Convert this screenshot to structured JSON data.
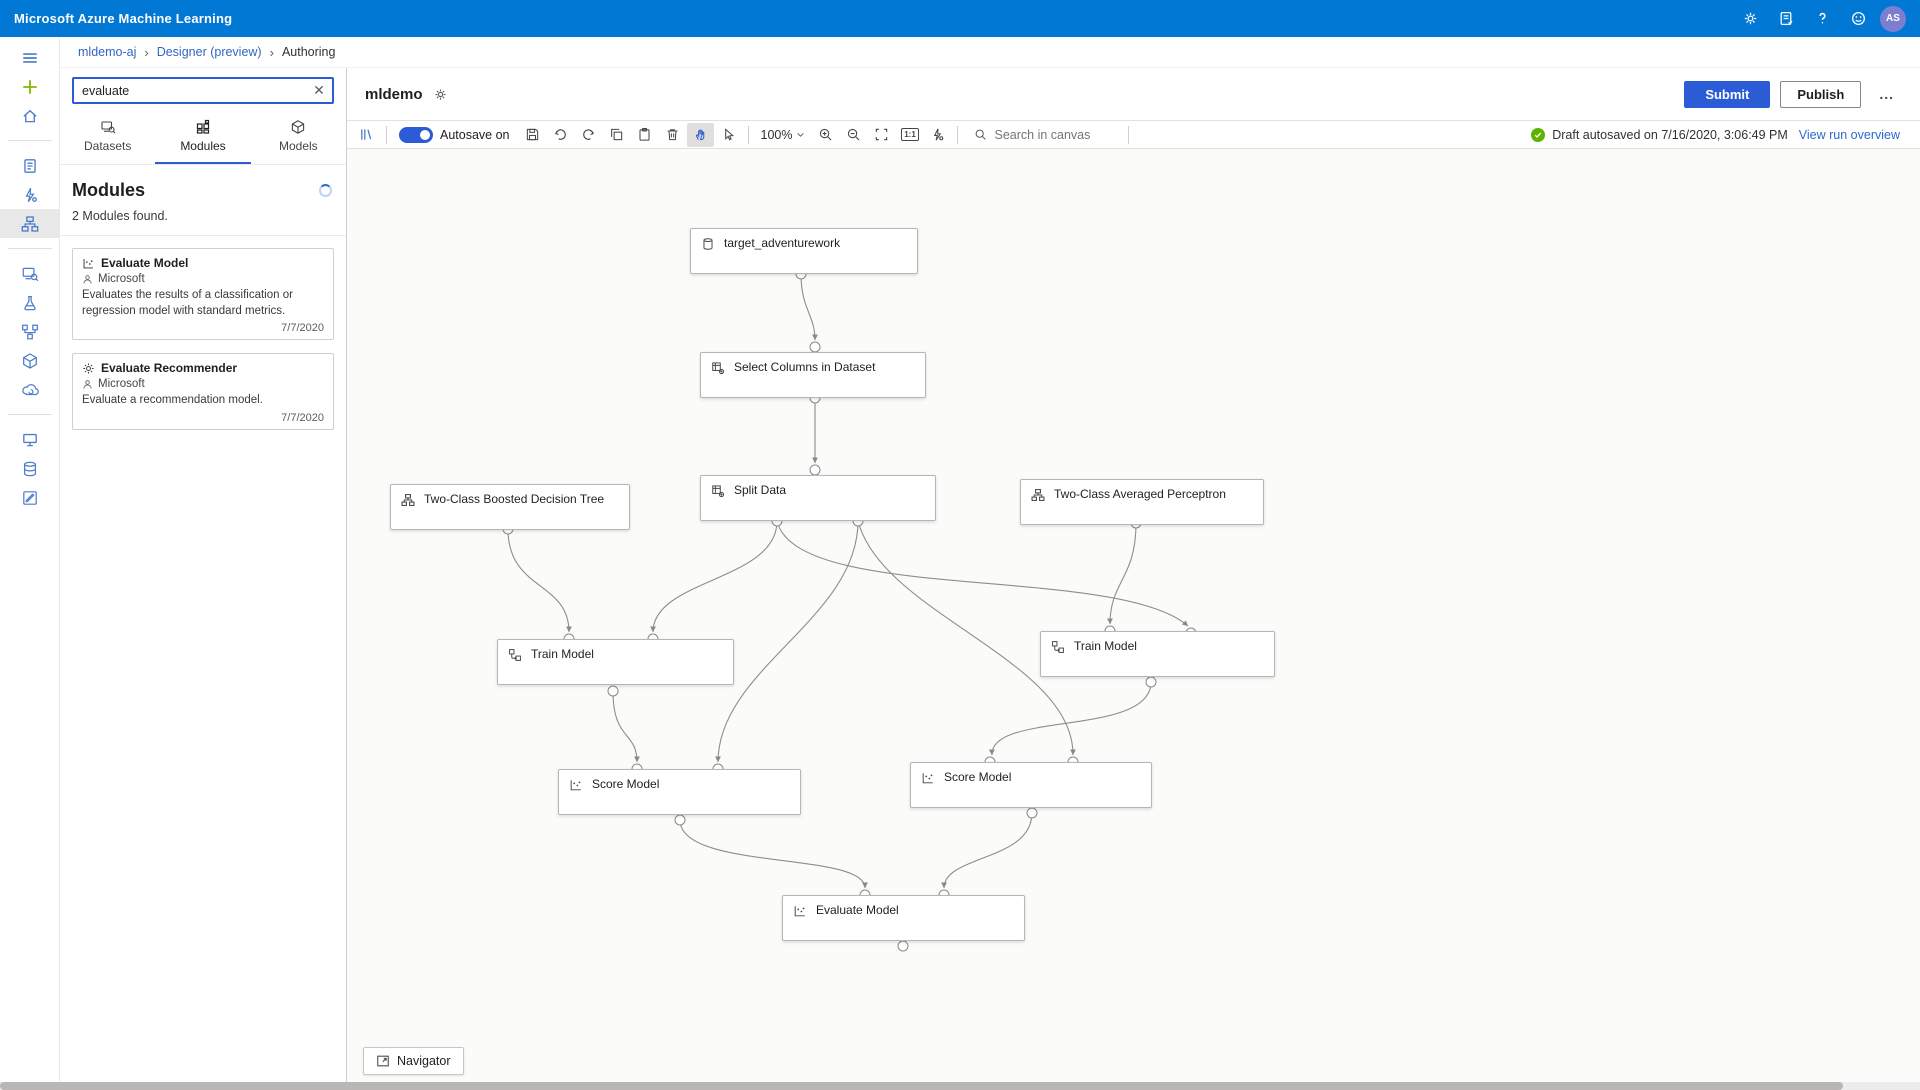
{
  "topbar": {
    "title": "Microsoft Azure Machine Learning",
    "avatar_initials": "AS"
  },
  "breadcrumb": {
    "workspace": "mldemo-aj",
    "designer": "Designer (preview)",
    "page": "Authoring"
  },
  "panel": {
    "search": {
      "value": "evaluate"
    },
    "tabs": {
      "datasets": "Datasets",
      "modules": "Modules",
      "models": "Models"
    },
    "heading": "Modules",
    "count_text": "2 Modules found.",
    "results": [
      {
        "title": "Evaluate Model",
        "author": "Microsoft",
        "description": "Evaluates the results of a classification or regression model with standard metrics.",
        "date": "7/7/2020"
      },
      {
        "title": "Evaluate Recommender",
        "author": "Microsoft",
        "description": "Evaluate a recommendation model.",
        "date": "7/7/2020"
      }
    ]
  },
  "header": {
    "pipeline_name": "mldemo",
    "submit_label": "Submit",
    "publish_label": "Publish",
    "more_label": "..."
  },
  "toolbar": {
    "autosave_label": "Autosave on",
    "zoom_level": "100%",
    "actual_size_label": "1:1",
    "canvas_search_placeholder": "Search in canvas",
    "status_text": "Draft autosaved on 7/16/2020, 3:06:49 PM",
    "run_overview_label": "View run overview"
  },
  "canvas": {
    "navigator_label": "Navigator",
    "nodes": [
      {
        "label": "target_adventurework"
      },
      {
        "label": "Select Columns in Dataset"
      },
      {
        "label": "Split Data"
      },
      {
        "label": "Two-Class Boosted Decision Tree"
      },
      {
        "label": "Two-Class Averaged Perceptron"
      },
      {
        "label": "Train Model"
      },
      {
        "label": "Train Model"
      },
      {
        "label": "Score Model"
      },
      {
        "label": "Score Model"
      },
      {
        "label": "Evaluate Model"
      }
    ]
  },
  "colors": {
    "topbar": "#0078d4",
    "primary": "#2b5cd5",
    "link": "#2a6bd0",
    "success": "#5db300",
    "avatar": "#7c7fd1"
  }
}
